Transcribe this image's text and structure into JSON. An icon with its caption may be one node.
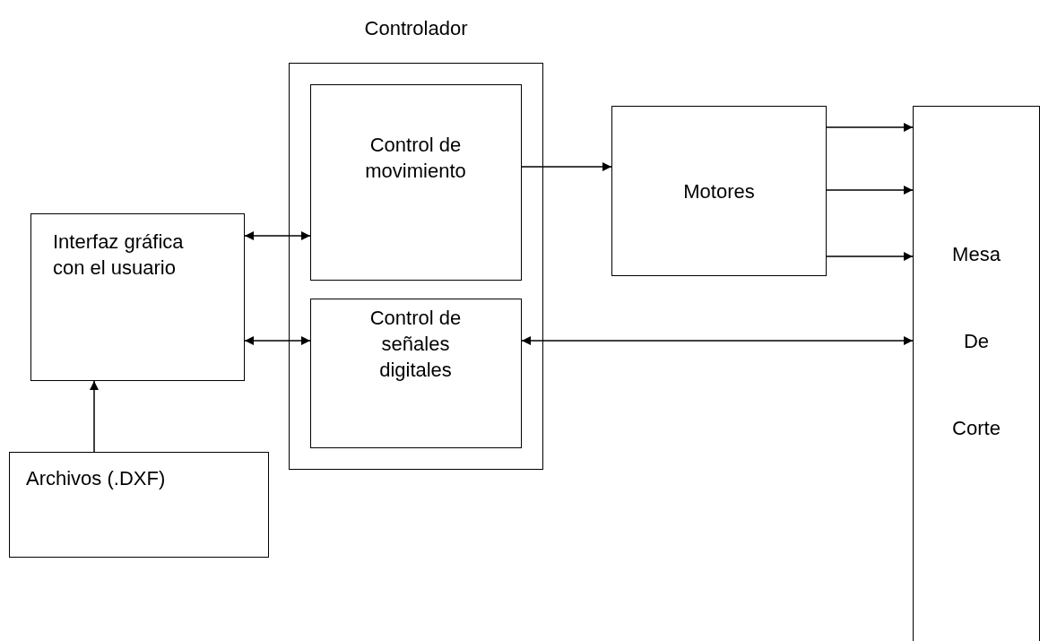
{
  "diagram": {
    "nodes": [
      {
        "text": [
          "Controlador"
        ]
      },
      {
        "text": [
          "Control de movimiento"
        ],
        "in": 0
      },
      {
        "text": [
          "Control de señales digitales"
        ],
        "in": 0
      },
      {
        "text": [
          "Interfaz gráfica con el usuario"
        ]
      },
      {
        "text": [
          "Archivos (.DXF)"
        ]
      },
      {
        "text": [
          "Motores"
        ]
      },
      {
        "text": [
          "Mesa De Corte"
        ]
      }
    ],
    "edges": [
      {
        "from": 3,
        "to": 1,
        "arrow": "both"
      },
      {
        "from": 3,
        "to": 2,
        "arrow": "both"
      },
      {
        "from": 4,
        "to": 3,
        "arrow": "to"
      },
      {
        "from": 1,
        "to": 5,
        "arrow": "to"
      },
      {
        "from": 5,
        "to": 6,
        "arrow": "to"
      },
      {
        "from": 5,
        "to": 6,
        "arrow": "to"
      },
      {
        "from": 5,
        "to": 6,
        "arrow": "to"
      },
      {
        "from": 2,
        "to": 6,
        "arrow": "both"
      }
    ]
  }
}
